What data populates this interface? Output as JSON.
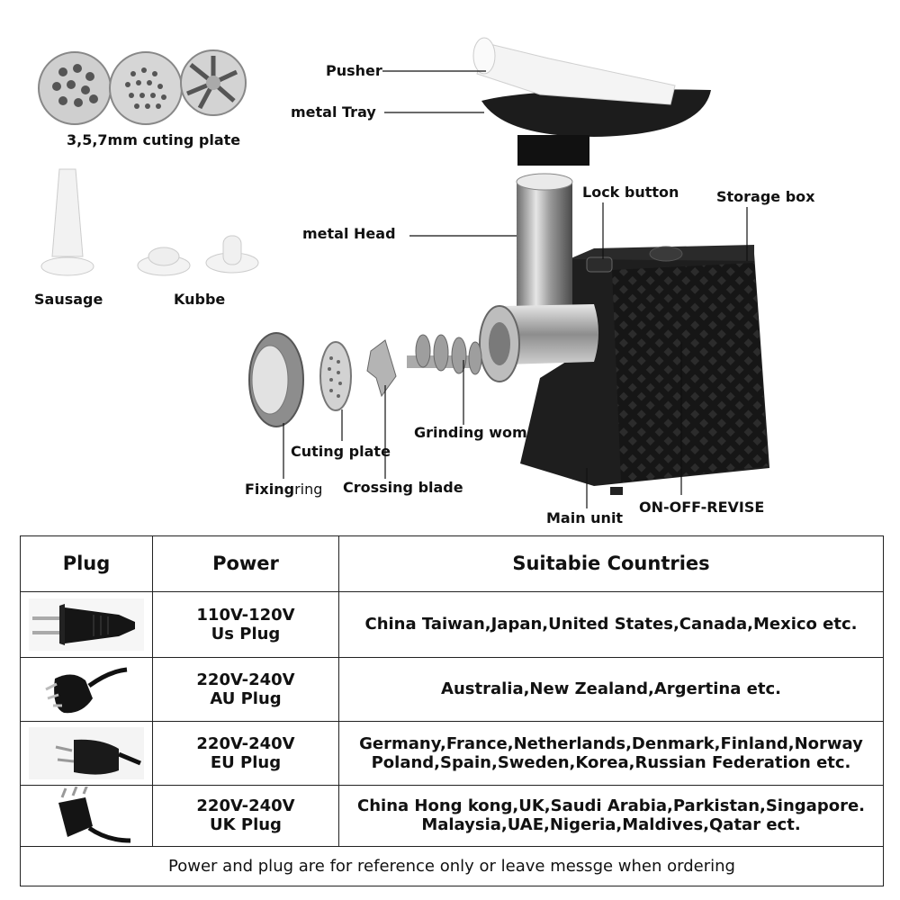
{
  "labels": {
    "pusher": "Pusher",
    "tray": "metal Tray",
    "cutting_plates": "3,5,7mm cuting plate",
    "lock_button": "Lock button",
    "storage_box": "Storage box",
    "head": "metal Head",
    "sausage": "Sausage",
    "kubbe": "Kubbe",
    "grinding_worm": "Grinding wom",
    "cutting_plate": "Cuting plate",
    "fixing": "Fixing",
    "ring": "ring",
    "crossing_blade": "Crossing blade",
    "main_unit": "Main unit",
    "switch": "ON-OFF-REVISE"
  },
  "table": {
    "headers": [
      "Plug",
      "Power",
      "Suitabie Countries"
    ],
    "rows": [
      {
        "plug_icon": "us-plug-icon",
        "power_line1": "110V-120V",
        "power_line2": "Us Plug",
        "countries_line1": "China Taiwan,Japan,United States,Canada,Mexico etc.",
        "countries_line2": ""
      },
      {
        "plug_icon": "au-plug-icon",
        "power_line1": "220V-240V",
        "power_line2": "AU Plug",
        "countries_line1": "Australia,New Zealand,Argertina etc.",
        "countries_line2": ""
      },
      {
        "plug_icon": "eu-plug-icon",
        "power_line1": "220V-240V",
        "power_line2": "EU Plug",
        "countries_line1": "Germany,France,Netherlands,Denmark,Finland,Norway",
        "countries_line2": "Poland,Spain,Sweden,Korea,Russian Federation etc."
      },
      {
        "plug_icon": "uk-plug-icon",
        "power_line1": "220V-240V",
        "power_line2": "UK Plug",
        "countries_line1": "China Hong kong,UK,Saudi Arabia,Parkistan,Singapore.",
        "countries_line2": "Malaysia,UAE,Nigeria,Maldives,Qatar ect."
      }
    ],
    "footer": "Power and plug are for reference only or leave messge when ordering"
  }
}
